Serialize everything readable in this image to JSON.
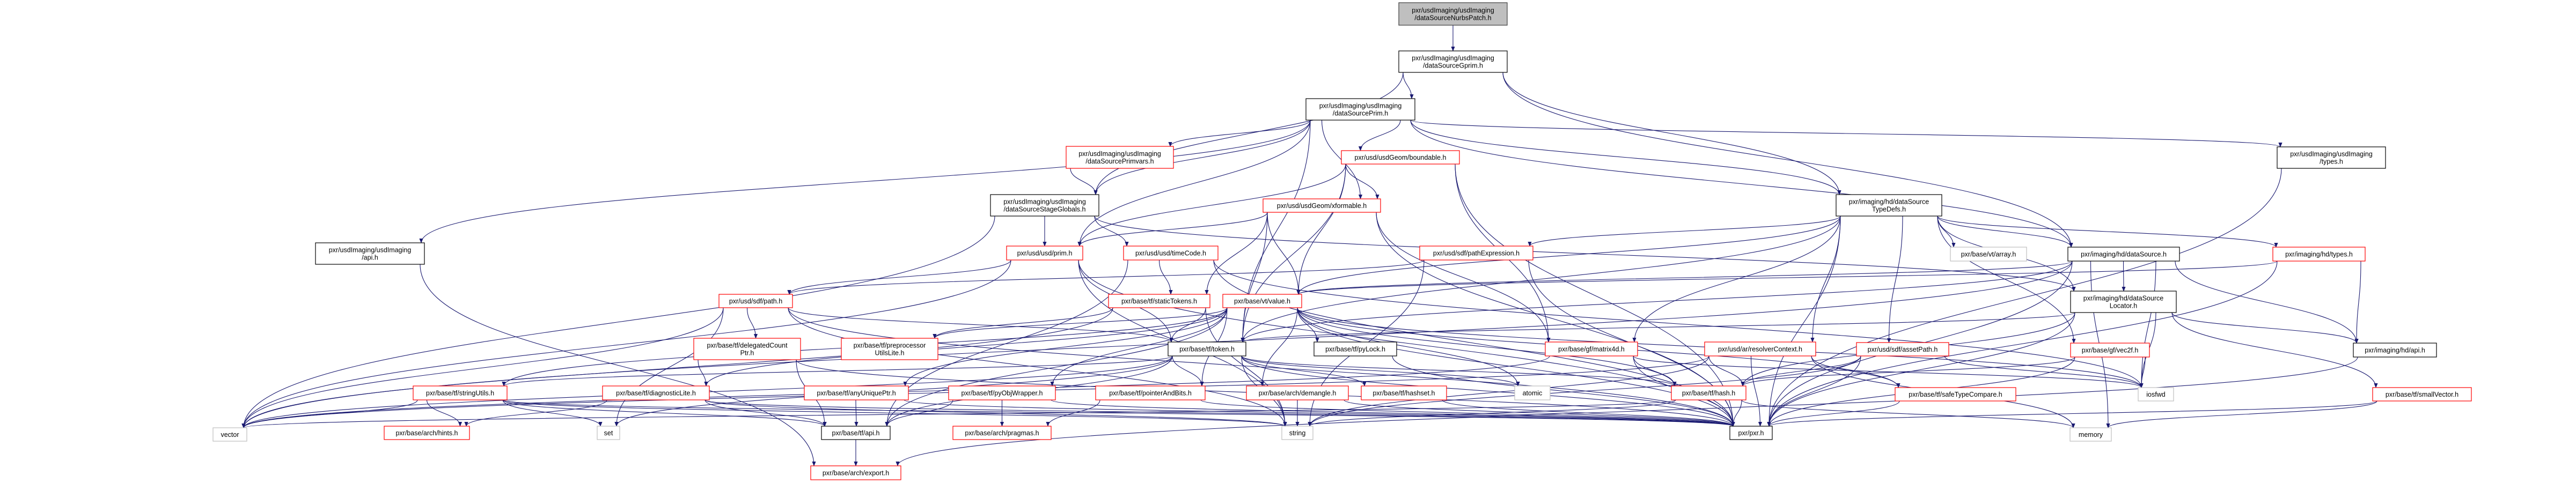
{
  "graph": {
    "edge_color": "#191970",
    "border_colors": {
      "black": "#000000",
      "red": "#ff0000",
      "gray": "#bfbfbf",
      "root_fill": "#bfbfbf"
    },
    "nodes": [
      {
        "id": "nurbs",
        "style": "root",
        "lines": [
          "pxr/usdImaging/usdImaging",
          "/dataSourceNurbsPatch.h"
        ]
      },
      {
        "id": "gprim",
        "style": "black",
        "lines": [
          "pxr/usdImaging/usdImaging",
          "/dataSourceGprim.h"
        ]
      },
      {
        "id": "prim",
        "style": "black",
        "lines": [
          "pxr/usdImaging/usdImaging",
          "/dataSourcePrim.h"
        ]
      },
      {
        "id": "primvars",
        "style": "red",
        "lines": [
          "pxr/usdImaging/usdImaging",
          "/dataSourcePrimvars.h"
        ]
      },
      {
        "id": "boundable",
        "style": "red",
        "lines": [
          "pxr/usd/usdGeom/boundable.h"
        ]
      },
      {
        "id": "uitypes",
        "style": "black",
        "lines": [
          "pxr/usdImaging/usdImaging",
          "/types.h"
        ]
      },
      {
        "id": "uiapi",
        "style": "black",
        "lines": [
          "pxr/usdImaging/usdImaging",
          "/api.h"
        ]
      },
      {
        "id": "stageglobals",
        "style": "black",
        "lines": [
          "pxr/usdImaging/usdImaging",
          "/dataSourceStageGlobals.h"
        ]
      },
      {
        "id": "xformable",
        "style": "red",
        "lines": [
          "pxr/usd/usdGeom/xformable.h"
        ]
      },
      {
        "id": "typedefs",
        "style": "black",
        "lines": [
          "pxr/imaging/hd/dataSource",
          "TypeDefs.h"
        ]
      },
      {
        "id": "prim_h",
        "style": "red",
        "lines": [
          "pxr/usd/usd/prim.h"
        ]
      },
      {
        "id": "timecode",
        "style": "red",
        "lines": [
          "pxr/usd/usd/timeCode.h"
        ]
      },
      {
        "id": "pathexpr",
        "style": "red",
        "lines": [
          "pxr/usd/sdf/pathExpression.h"
        ]
      },
      {
        "id": "vtarray",
        "style": "gray",
        "lines": [
          "pxr/base/vt/array.h"
        ]
      },
      {
        "id": "hdds",
        "style": "black",
        "lines": [
          "pxr/imaging/hd/dataSource.h"
        ]
      },
      {
        "id": "hdtypes",
        "style": "red",
        "lines": [
          "pxr/imaging/hd/types.h"
        ]
      },
      {
        "id": "sdfpath",
        "style": "red",
        "lines": [
          "pxr/usd/sdf/path.h"
        ]
      },
      {
        "id": "statictokens",
        "style": "red",
        "lines": [
          "pxr/base/tf/staticTokens.h"
        ]
      },
      {
        "id": "vtvalue",
        "style": "red",
        "lines": [
          "pxr/base/vt/value.h"
        ]
      },
      {
        "id": "locator",
        "style": "black",
        "lines": [
          "pxr/imaging/hd/dataSource",
          "Locator.h"
        ]
      },
      {
        "id": "delegated",
        "style": "red",
        "lines": [
          "pxr/base/tf/delegatedCount",
          "Ptr.h"
        ]
      },
      {
        "id": "preproc",
        "style": "red",
        "lines": [
          "pxr/base/tf/preprocessor",
          "UtilsLite.h"
        ]
      },
      {
        "id": "token",
        "style": "black",
        "lines": [
          "pxr/base/tf/token.h"
        ]
      },
      {
        "id": "pylock",
        "style": "black",
        "lines": [
          "pxr/base/tf/pyLock.h"
        ]
      },
      {
        "id": "matrix",
        "style": "red",
        "lines": [
          "pxr/base/gf/matrix4d.h"
        ]
      },
      {
        "id": "resolver",
        "style": "red",
        "lines": [
          "pxr/usd/ar/resolverContext.h"
        ]
      },
      {
        "id": "assetpath",
        "style": "red",
        "lines": [
          "pxr/usd/sdf/assetPath.h"
        ]
      },
      {
        "id": "vec2f",
        "style": "red",
        "lines": [
          "pxr/base/gf/vec2f.h"
        ]
      },
      {
        "id": "hdapi",
        "style": "black",
        "lines": [
          "pxr/imaging/hd/api.h"
        ]
      },
      {
        "id": "stringutils",
        "style": "red",
        "lines": [
          "pxr/base/tf/stringUtils.h"
        ]
      },
      {
        "id": "diaglite",
        "style": "red",
        "lines": [
          "pxr/base/tf/diagnosticLite.h"
        ]
      },
      {
        "id": "anyunique",
        "style": "red",
        "lines": [
          "pxr/base/tf/anyUniquePtr.h"
        ]
      },
      {
        "id": "pyobj",
        "style": "red",
        "lines": [
          "pxr/base/tf/pyObjWrapper.h"
        ]
      },
      {
        "id": "ptrbits",
        "style": "red",
        "lines": [
          "pxr/base/tf/pointerAndBits.h"
        ]
      },
      {
        "id": "demangle",
        "style": "red",
        "lines": [
          "pxr/base/arch/demangle.h"
        ]
      },
      {
        "id": "hashset",
        "style": "red",
        "lines": [
          "pxr/base/tf/hashset.h"
        ]
      },
      {
        "id": "atomic",
        "style": "gray",
        "lines": [
          "atomic"
        ]
      },
      {
        "id": "hash",
        "style": "red",
        "lines": [
          "pxr/base/tf/hash.h"
        ]
      },
      {
        "id": "safetype",
        "style": "red",
        "lines": [
          "pxr/base/tf/safeTypeCompare.h"
        ]
      },
      {
        "id": "iosfwd",
        "style": "gray",
        "lines": [
          "iosfwd"
        ]
      },
      {
        "id": "smallvec",
        "style": "red",
        "lines": [
          "pxr/base/tf/smallVector.h"
        ]
      },
      {
        "id": "vector",
        "style": "gray",
        "lines": [
          "vector"
        ]
      },
      {
        "id": "hints",
        "style": "red",
        "lines": [
          "pxr/base/arch/hints.h"
        ]
      },
      {
        "id": "set",
        "style": "gray",
        "lines": [
          "set"
        ]
      },
      {
        "id": "tfapi",
        "style": "black",
        "lines": [
          "pxr/base/tf/api.h"
        ]
      },
      {
        "id": "pragmas",
        "style": "red",
        "lines": [
          "pxr/base/arch/pragmas.h"
        ]
      },
      {
        "id": "string",
        "style": "gray",
        "lines": [
          "string"
        ]
      },
      {
        "id": "pxr",
        "style": "black",
        "lines": [
          "pxr/pxr.h"
        ]
      },
      {
        "id": "memory",
        "style": "gray",
        "lines": [
          "memory"
        ]
      },
      {
        "id": "export",
        "style": "red",
        "lines": [
          "pxr/base/arch/export.h"
        ]
      }
    ],
    "edges": [
      [
        "nurbs",
        "gprim"
      ],
      [
        "gprim",
        "prim"
      ],
      [
        "gprim",
        "typedefs"
      ],
      [
        "gprim",
        "stageglobals"
      ],
      [
        "gprim",
        "hdds"
      ],
      [
        "prim",
        "primvars"
      ],
      [
        "prim",
        "boundable"
      ],
      [
        "prim",
        "xformable"
      ],
      [
        "prim",
        "stageglobals"
      ],
      [
        "prim",
        "uiapi"
      ],
      [
        "prim",
        "prim_h"
      ],
      [
        "prim",
        "typedefs"
      ],
      [
        "prim",
        "uitypes"
      ],
      [
        "prim",
        "hdds"
      ],
      [
        "prim",
        "token"
      ],
      [
        "primvars",
        "stageglobals"
      ],
      [
        "stageglobals",
        "prim_h"
      ],
      [
        "stageglobals",
        "timecode"
      ],
      [
        "stageglobals",
        "locator"
      ],
      [
        "stageglobals",
        "vector"
      ],
      [
        "boundable",
        "xformable"
      ],
      [
        "boundable",
        "prim_h"
      ],
      [
        "boundable",
        "vtvalue"
      ],
      [
        "boundable",
        "matrix"
      ],
      [
        "boundable",
        "token"
      ],
      [
        "boundable",
        "pxr"
      ],
      [
        "xformable",
        "vtvalue"
      ],
      [
        "xformable",
        "prim_h"
      ],
      [
        "xformable",
        "token"
      ],
      [
        "xformable",
        "matrix"
      ],
      [
        "xformable",
        "pxr"
      ],
      [
        "xformable",
        "statictokens"
      ],
      [
        "typedefs",
        "vtarray"
      ],
      [
        "typedefs",
        "hdds"
      ],
      [
        "typedefs",
        "locator"
      ],
      [
        "typedefs",
        "assetpath"
      ],
      [
        "typedefs",
        "vec2f"
      ],
      [
        "typedefs",
        "resolver"
      ],
      [
        "typedefs",
        "matrix"
      ],
      [
        "typedefs",
        "pathexpr"
      ],
      [
        "typedefs",
        "vtvalue"
      ],
      [
        "typedefs",
        "hdtypes"
      ],
      [
        "typedefs",
        "token"
      ],
      [
        "typedefs",
        "pxr"
      ],
      [
        "uiapi",
        "export"
      ],
      [
        "prim_h",
        "sdfpath"
      ],
      [
        "prim_h",
        "token"
      ],
      [
        "prim_h",
        "vector"
      ],
      [
        "prim_h",
        "string"
      ],
      [
        "prim_h",
        "pxr"
      ],
      [
        "timecode",
        "statictokens"
      ],
      [
        "timecode",
        "tfapi"
      ],
      [
        "timecode",
        "iosfwd"
      ],
      [
        "timecode",
        "pxr"
      ],
      [
        "pathexpr",
        "sdfpath"
      ],
      [
        "pathexpr",
        "pxr"
      ],
      [
        "pathexpr",
        "string"
      ],
      [
        "hdds",
        "locator"
      ],
      [
        "hdds",
        "hdapi"
      ],
      [
        "hdds",
        "vtvalue"
      ],
      [
        "hdds",
        "token"
      ],
      [
        "hdds",
        "iosfwd"
      ],
      [
        "hdds",
        "memory"
      ],
      [
        "hdds",
        "vector"
      ],
      [
        "hdds",
        "pxr"
      ],
      [
        "hdtypes",
        "hdapi"
      ],
      [
        "hdtypes",
        "vtvalue"
      ],
      [
        "hdtypes",
        "pxr"
      ],
      [
        "locator",
        "hdapi"
      ],
      [
        "locator",
        "smallvec"
      ],
      [
        "locator",
        "token"
      ],
      [
        "locator",
        "hash"
      ],
      [
        "locator",
        "iosfwd"
      ],
      [
        "locator",
        "pxr"
      ],
      [
        "sdfpath",
        "delegated"
      ],
      [
        "sdfpath",
        "token"
      ],
      [
        "sdfpath",
        "set"
      ],
      [
        "sdfpath",
        "vector"
      ],
      [
        "sdfpath",
        "string"
      ],
      [
        "sdfpath",
        "pxr"
      ],
      [
        "statictokens",
        "token"
      ],
      [
        "statictokens",
        "preproc"
      ],
      [
        "statictokens",
        "vector"
      ],
      [
        "statictokens",
        "string"
      ],
      [
        "vtvalue",
        "pylock"
      ],
      [
        "vtvalue",
        "pyobj"
      ],
      [
        "vtvalue",
        "anyunique"
      ],
      [
        "vtvalue",
        "ptrbits"
      ],
      [
        "vtvalue",
        "demangle"
      ],
      [
        "vtvalue",
        "hash"
      ],
      [
        "vtvalue",
        "safetype"
      ],
      [
        "vtvalue",
        "preproc"
      ],
      [
        "vtvalue",
        "diaglite"
      ],
      [
        "vtvalue",
        "stringutils"
      ],
      [
        "vtvalue",
        "tfapi"
      ],
      [
        "vtvalue",
        "atomic"
      ],
      [
        "vtvalue",
        "iosfwd"
      ],
      [
        "vtvalue",
        "pxr"
      ],
      [
        "delegated",
        "diaglite"
      ],
      [
        "delegated",
        "tfapi"
      ],
      [
        "delegated",
        "pxr"
      ],
      [
        "token",
        "hash"
      ],
      [
        "token",
        "hashset"
      ],
      [
        "token",
        "ptrbits"
      ],
      [
        "token",
        "stringutils"
      ],
      [
        "token",
        "atomic"
      ],
      [
        "token",
        "string"
      ],
      [
        "token",
        "vector"
      ],
      [
        "token",
        "set"
      ],
      [
        "token",
        "pxr"
      ],
      [
        "token",
        "tfapi"
      ],
      [
        "pylock",
        "pxr"
      ],
      [
        "matrix",
        "hash"
      ],
      [
        "matrix",
        "pxr"
      ],
      [
        "matrix",
        "iosfwd"
      ],
      [
        "matrix",
        "vector"
      ],
      [
        "resolver",
        "hash"
      ],
      [
        "resolver",
        "safetype"
      ],
      [
        "resolver",
        "pxr"
      ],
      [
        "resolver",
        "memory"
      ],
      [
        "resolver",
        "string"
      ],
      [
        "resolver",
        "vector"
      ],
      [
        "assetpath",
        "hash"
      ],
      [
        "assetpath",
        "pxr"
      ],
      [
        "assetpath",
        "iosfwd"
      ],
      [
        "assetpath",
        "string"
      ],
      [
        "vec2f",
        "iosfwd"
      ],
      [
        "vec2f",
        "hash"
      ],
      [
        "vec2f",
        "pxr"
      ],
      [
        "hdapi",
        "export"
      ],
      [
        "stringutils",
        "hints"
      ],
      [
        "stringutils",
        "set"
      ],
      [
        "stringutils",
        "vector"
      ],
      [
        "stringutils",
        "string"
      ],
      [
        "stringutils",
        "tfapi"
      ],
      [
        "stringutils",
        "pxr"
      ],
      [
        "diaglite",
        "hints"
      ],
      [
        "diaglite",
        "tfapi"
      ],
      [
        "diaglite",
        "pxr"
      ],
      [
        "diaglite",
        "string"
      ],
      [
        "anyunique",
        "tfapi"
      ],
      [
        "anyunique",
        "pxr"
      ],
      [
        "pyobj",
        "tfapi"
      ],
      [
        "pyobj",
        "pragmas"
      ],
      [
        "pyobj",
        "pxr"
      ],
      [
        "ptrbits",
        "pragmas"
      ],
      [
        "ptrbits",
        "pxr"
      ],
      [
        "demangle",
        "string"
      ],
      [
        "demangle",
        "pxr"
      ],
      [
        "hashset",
        "pxr"
      ],
      [
        "hash",
        "pxr"
      ],
      [
        "hash",
        "memory"
      ],
      [
        "hash",
        "string"
      ],
      [
        "hash",
        "vector"
      ],
      [
        "safetype",
        "pxr"
      ],
      [
        "smallvec",
        "memory"
      ],
      [
        "smallvec",
        "pxr"
      ],
      [
        "tfapi",
        "export"
      ],
      [
        "uitypes",
        "pxr"
      ]
    ]
  }
}
